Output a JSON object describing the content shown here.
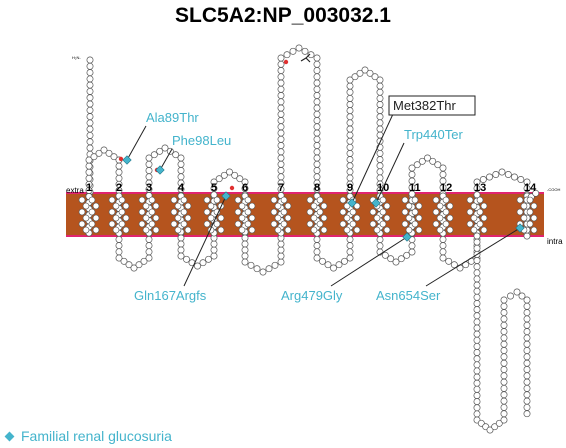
{
  "title": "SLC5A2:NP_003032.1",
  "labels": {
    "extra": "extra",
    "intra": "intra",
    "n_term": "H₂N-",
    "c_term": "-COOH"
  },
  "helices": [
    "1",
    "2",
    "3",
    "4",
    "5",
    "6",
    "7",
    "8",
    "9",
    "10",
    "11",
    "12",
    "13",
    "14"
  ],
  "mutations": [
    {
      "name": "Ala89Thr",
      "boxed": false
    },
    {
      "name": "Phe98Leu",
      "boxed": false
    },
    {
      "name": "Gln167Argfs",
      "boxed": false
    },
    {
      "name": "Met382Thr",
      "boxed": true
    },
    {
      "name": "Trp440Ter",
      "boxed": false
    },
    {
      "name": "Arg479Gly",
      "boxed": false
    },
    {
      "name": "Asn654Ser",
      "boxed": false
    }
  ],
  "legend": {
    "label": "Familial renal glucosuria",
    "color": "#44b4cc"
  },
  "colors": {
    "membrane": "#b5541e",
    "membrane_border": "#e0246f",
    "mutation": "#44b4cc",
    "residue_fill": "#ffffff",
    "residue_stroke": "#555555",
    "marked_residue": "#e03030"
  }
}
